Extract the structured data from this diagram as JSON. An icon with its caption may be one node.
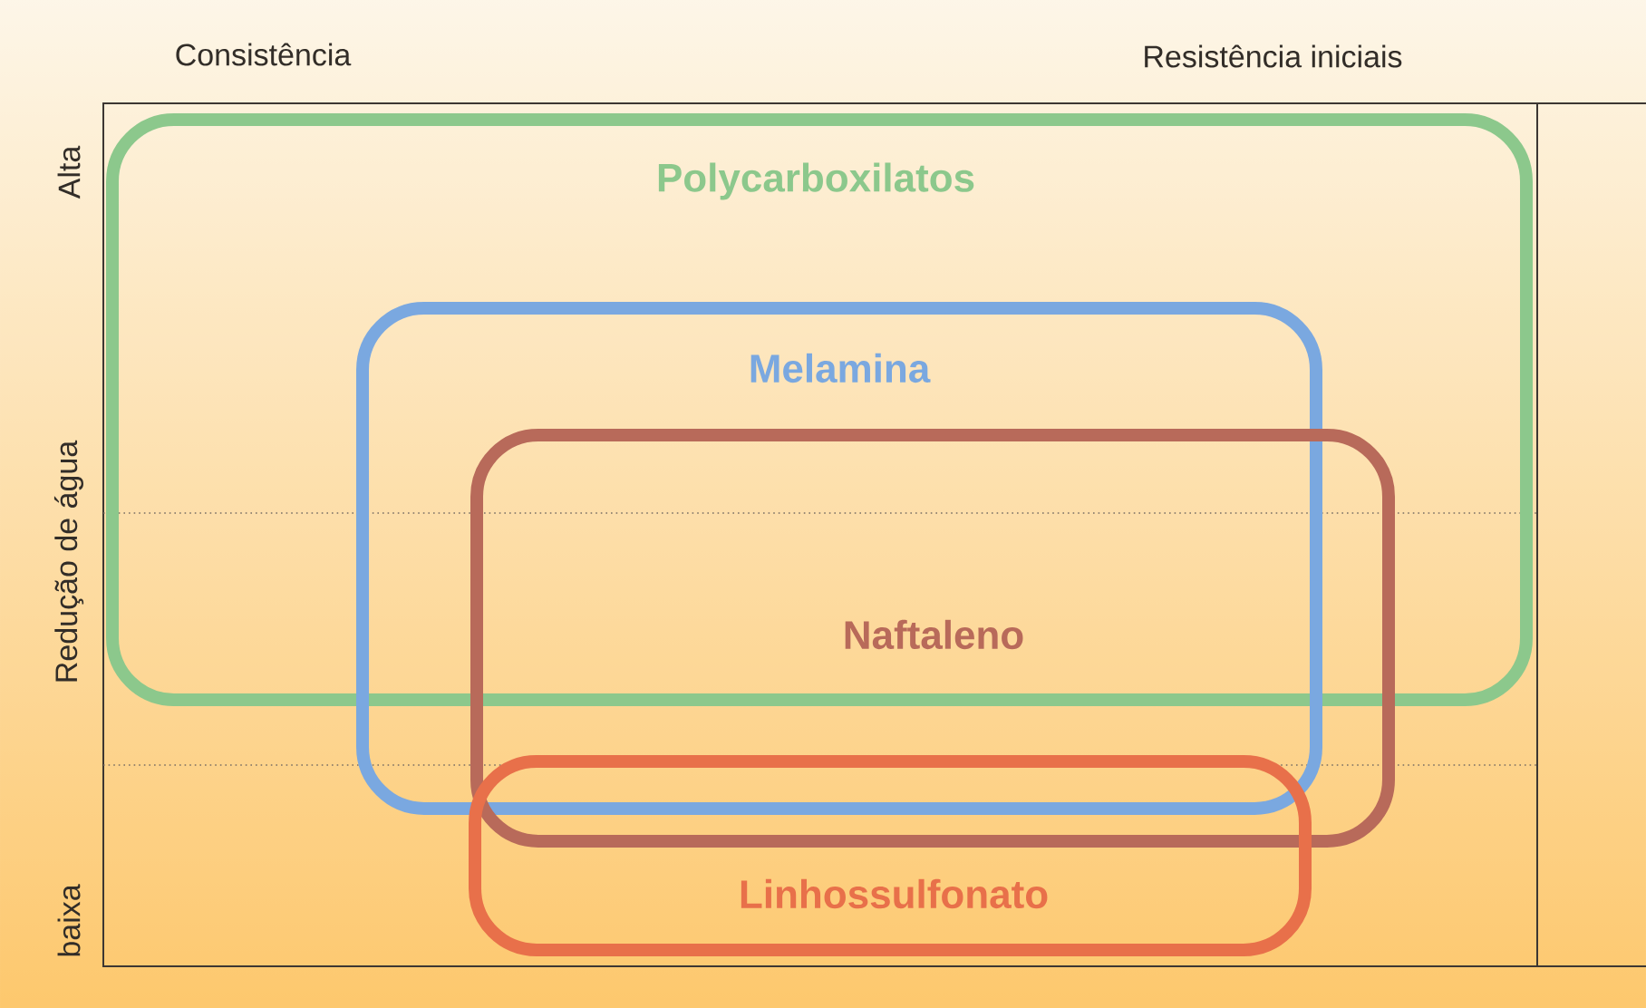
{
  "diagram": {
    "nodes": [
      {
        "text": [
          "Polycarboxilatos"
        ]
      },
      {
        "text": [
          "Melamina"
        ]
      },
      {
        "text": [
          "Naftaleno"
        ]
      },
      {
        "text": [
          "Linhossulfonato"
        ]
      }
    ],
    "labels": [
      "Consistência",
      "Resistência iniciais",
      "Alta",
      "Redução de água",
      "baixa"
    ]
  }
}
